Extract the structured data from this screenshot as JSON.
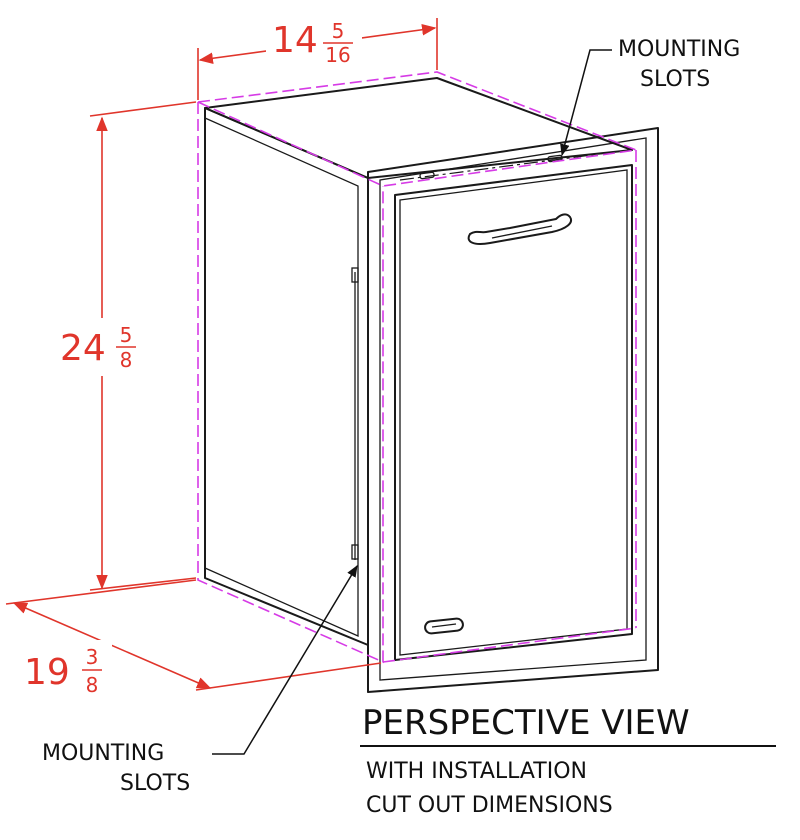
{
  "dimensions": {
    "width": {
      "whole": "14",
      "numerator": "5",
      "denominator": "16"
    },
    "height": {
      "whole": "24",
      "numerator": "5",
      "denominator": "8"
    },
    "depth": {
      "whole": "19",
      "numerator": "3",
      "denominator": "8"
    }
  },
  "callouts": {
    "top": {
      "line1": "MOUNTING",
      "line2": "SLOTS"
    },
    "bottom": {
      "line1": "MOUNTING",
      "line2": "SLOTS"
    }
  },
  "title": {
    "main": "PERSPECTIVE VIEW",
    "sub1": "WITH INSTALLATION",
    "sub2": "CUT OUT DIMENSIONS"
  },
  "colors": {
    "dimension": "#e0352b",
    "cutout": "#d63be6",
    "outline": "#1a1a1a"
  }
}
